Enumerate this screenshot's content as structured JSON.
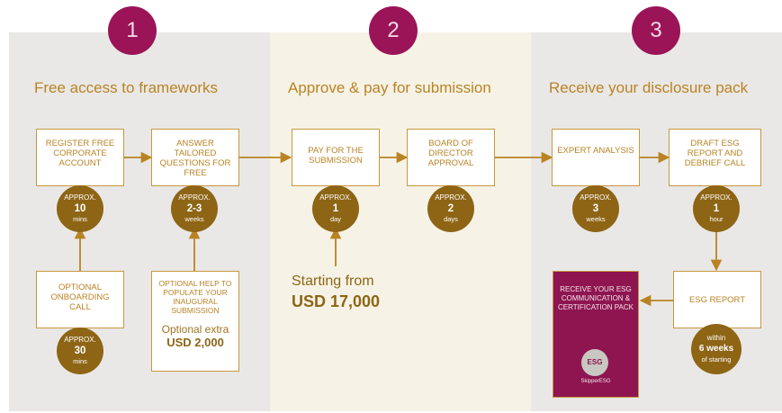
{
  "steps": [
    {
      "number": "1",
      "heading": "Free access to frameworks"
    },
    {
      "number": "2",
      "heading": "Approve & pay for submission"
    },
    {
      "number": "3",
      "heading": "Receive your disclosure pack"
    }
  ],
  "boxes": {
    "register": "REGISTER FREE CORPORATE ACCOUNT",
    "answer": "ANSWER TAILORED QUESTIONS FOR FREE",
    "onboarding": "OPTIONAL ONBOARDING CALL",
    "help": "OPTIONAL HELP TO POPULATE YOUR INAUGURAL SUBMISSION",
    "help_extra_label": "Optional extra",
    "help_extra_price": "USD 2,000",
    "pay": "PAY FOR THE SUBMISSION",
    "board": "BOARD OF DIRECTOR APPROVAL",
    "expert": "EXPERT ANALYSIS",
    "draft": "DRAFT ESG REPORT AND DEBRIEF CALL",
    "report": "ESG REPORT"
  },
  "badges": {
    "register": {
      "top": "APPROX.",
      "value": "10",
      "unit": "mins"
    },
    "answer": {
      "top": "APPROX.",
      "value": "2-3",
      "unit": "weeks"
    },
    "onboarding": {
      "top": "APPROX.",
      "value": "30",
      "unit": "mins"
    },
    "pay": {
      "top": "APPROX.",
      "value": "1",
      "unit": "day"
    },
    "board": {
      "top": "APPROX.",
      "value": "2",
      "unit": "days"
    },
    "expert": {
      "top": "APPROX.",
      "value": "3",
      "unit": "weeks"
    },
    "draft": {
      "top": "APPROX.",
      "value": "1",
      "unit": "hour"
    },
    "report": {
      "top": "within",
      "value": "6 weeks",
      "unit": "of starting"
    }
  },
  "pricing": {
    "label": "Starting from",
    "price": "USD 17,000"
  },
  "pack": {
    "text": "RECEIVE YOUR ESG COMMUNICATION & CERTIFICATION PACK",
    "seal": "ESG",
    "brand": "SkipperESG"
  },
  "colors": {
    "step_circle": "#9b1458",
    "gold": "#b98324",
    "badge": "#8d6515",
    "pack": "#8e1550",
    "panel_grey": "#e9e8e6",
    "panel_cream": "#f6f3e6"
  }
}
